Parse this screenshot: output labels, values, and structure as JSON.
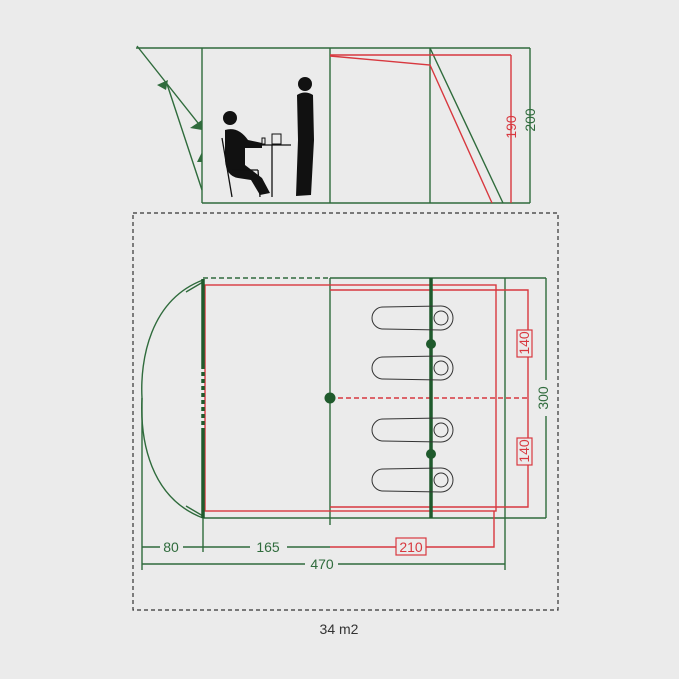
{
  "elevation": {
    "height_inner": "190",
    "height_outer": "200"
  },
  "plan": {
    "bedroom_width_1": "140",
    "bedroom_width_2": "140",
    "total_width": "300",
    "canopy_depth": "80",
    "living_depth": "165",
    "bedroom_depth": "210",
    "total_length": "470"
  },
  "area": "34 m2",
  "colors": {
    "green": "#2f6b3c",
    "red": "#d8383f",
    "background": "#ebebeb"
  }
}
